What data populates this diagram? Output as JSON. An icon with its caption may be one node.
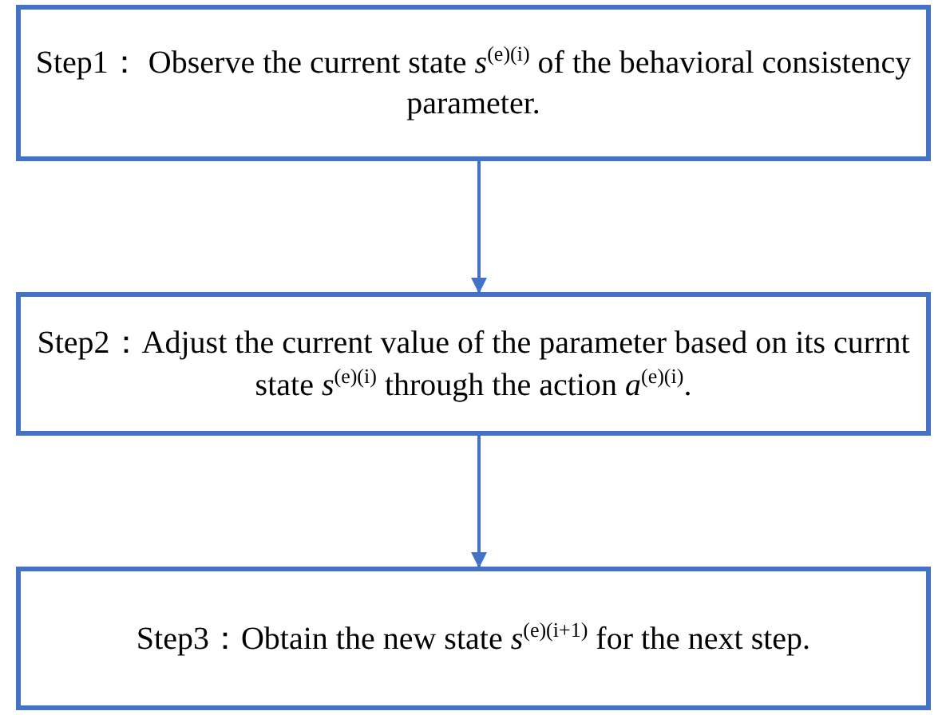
{
  "diagram": {
    "nodes": [
      {
        "text": [
          "Step1：  Observe the current state *s*$^{(e)(i)}$ of the behavioral consistency parameter."
        ]
      },
      {
        "text": [
          "Step2：Adjust the current value of the parameter based on its currnt state *s*$^{(e)(i)}$ through the action *a*$^{(e)(i)}$."
        ]
      },
      {
        "text": [
          "Step3：Obtain the new state  *s*$^{(e)(i+1)}$ for the next step."
        ]
      }
    ],
    "edges": [
      {
        "from": 0,
        "to": 1,
        "arrow": "to"
      },
      {
        "from": 1,
        "to": 2,
        "arrow": "to"
      }
    ]
  }
}
